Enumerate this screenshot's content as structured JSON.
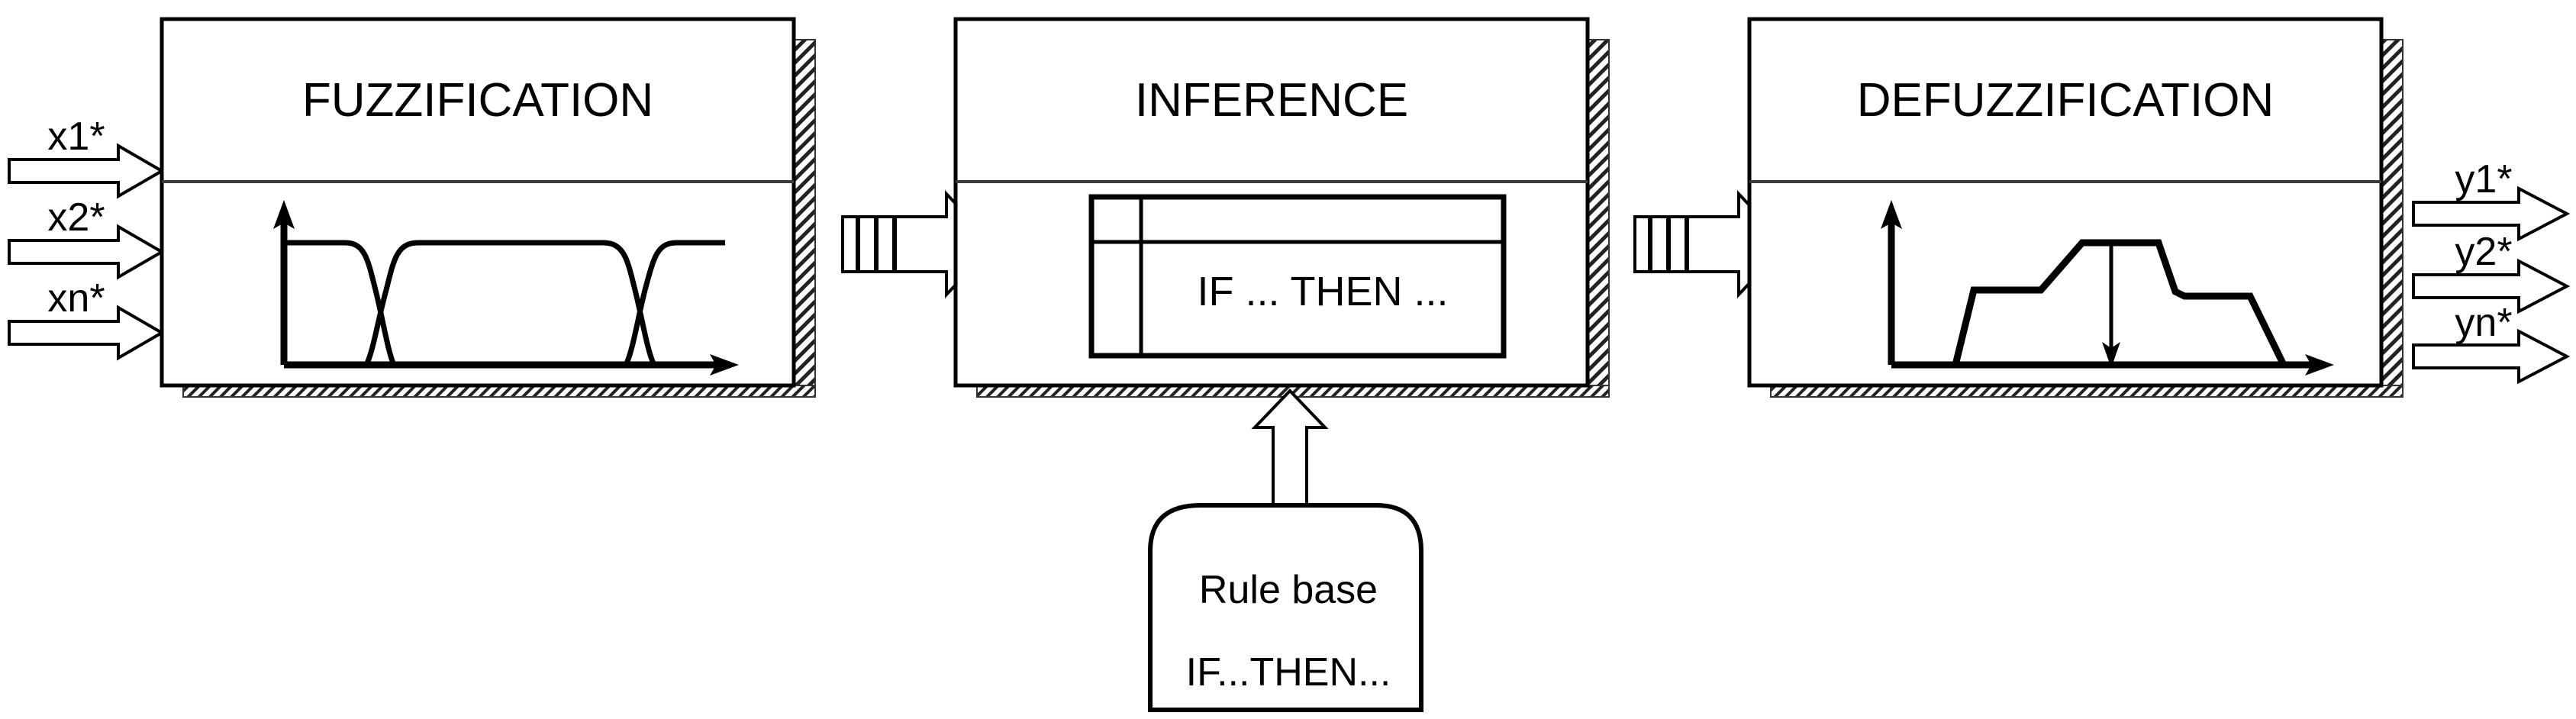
{
  "diagram": {
    "title": "Fuzzy logic system block diagram",
    "background_color": "#ffffff",
    "line_color": "#000000"
  },
  "inputs": [
    {
      "label": "x1*",
      "name": "input-arrow-x1"
    },
    {
      "label": "x2*",
      "name": "input-arrow-x2"
    },
    {
      "label": "xn*",
      "name": "input-arrow-xn"
    }
  ],
  "outputs": [
    {
      "label": "y1*",
      "name": "output-arrow-y1"
    },
    {
      "label": "y2*",
      "name": "output-arrow-y2"
    },
    {
      "label": "yn*",
      "name": "output-arrow-yn"
    }
  ],
  "blocks": [
    {
      "id": "fuzzification",
      "title": "FUZZIFICATION",
      "content_kind": "membership-function-chart"
    },
    {
      "id": "inference",
      "title": "INFERENCE",
      "content_kind": "rule-table",
      "table_text": "IF ... THEN ..."
    },
    {
      "id": "defuzzification",
      "title": "DEFUZZIFICATION",
      "content_kind": "aggregated-output-chart"
    }
  ],
  "connectors": [
    {
      "id": "fuzzification-to-inference",
      "kind": "block-arrow-right"
    },
    {
      "id": "inference-to-defuzzification",
      "kind": "block-arrow-right"
    },
    {
      "id": "rulebase-to-inference",
      "kind": "block-arrow-up"
    }
  ],
  "rule_base": {
    "title": "Rule base",
    "subtitle": "IF...THEN..."
  },
  "chart_data": [
    {
      "id": "fuzzification-chart",
      "type": "line",
      "title": "",
      "xlabel": "",
      "ylabel": "",
      "xlim": [
        0,
        100
      ],
      "ylim": [
        0,
        1
      ],
      "grid": false,
      "legend": "none",
      "series": [
        {
          "name": "Z-shaped membership function",
          "x": [
            0,
            14,
            19,
            23,
            26,
            29,
            32
          ],
          "y": [
            1,
            1,
            0.92,
            0.55,
            0.18,
            0.04,
            0
          ]
        },
        {
          "name": "Pi-shaped membership function",
          "x": [
            18,
            21,
            24,
            27,
            31,
            72,
            76,
            79,
            82,
            85
          ],
          "y": [
            0,
            0.05,
            0.25,
            0.62,
            1,
            1,
            0.78,
            0.35,
            0.08,
            0
          ]
        },
        {
          "name": "S-shaped membership function",
          "x": [
            72,
            76,
            80,
            84,
            88,
            100
          ],
          "y": [
            0,
            0.1,
            0.45,
            0.85,
            1,
            1
          ]
        }
      ]
    },
    {
      "id": "defuzzification-chart",
      "type": "area",
      "title": "",
      "xlabel": "",
      "ylabel": "",
      "xlim": [
        0,
        100
      ],
      "ylim": [
        0,
        1
      ],
      "grid": false,
      "legend": "none",
      "annotations": [
        {
          "kind": "centroid-arrow",
          "x": 50,
          "from_y": 0.92,
          "to_y": 0.0
        }
      ],
      "series": [
        {
          "name": "Aggregated fuzzy output",
          "x": [
            0,
            14,
            19,
            35,
            41,
            47,
            58,
            62,
            66,
            72,
            85,
            89,
            100
          ],
          "y": [
            0,
            0,
            0.58,
            0.58,
            0.66,
            0.92,
            0.92,
            0.92,
            0.6,
            0.4,
            0.4,
            0,
            0
          ]
        }
      ]
    }
  ]
}
